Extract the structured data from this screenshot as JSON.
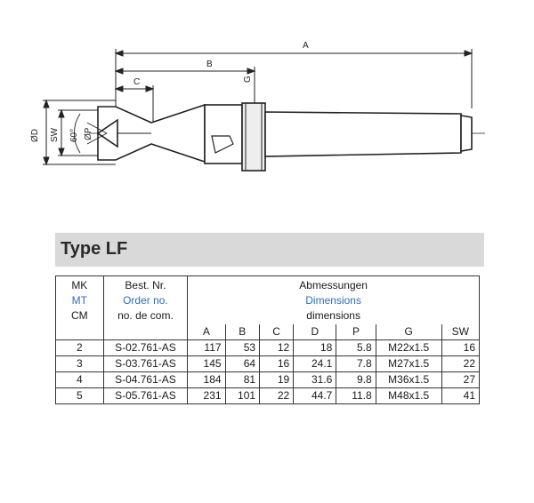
{
  "drawing": {
    "dim_labels": {
      "A": "A",
      "B": "B",
      "C": "C",
      "G": "G",
      "D": "ØD",
      "SW": "SW",
      "P": "ØP",
      "angle": "60°"
    }
  },
  "title": "Type LF",
  "table": {
    "col1_header": [
      "MK",
      "MT",
      "CM"
    ],
    "col2_header": [
      "Best. Nr.",
      "Order no.",
      "no. de com."
    ],
    "dims_header": [
      "Abmessungen",
      "Dimensions",
      "dimensions"
    ],
    "dims_columns": [
      "A",
      "B",
      "C",
      "D",
      "P",
      "G",
      "SW"
    ],
    "rows": [
      {
        "mk": "2",
        "order": "S-02.761-AS",
        "A": "117",
        "B": "53",
        "C": "12",
        "D": "18",
        "P": "5.8",
        "G": "M22x1.5",
        "SW": "16"
      },
      {
        "mk": "3",
        "order": "S-03.761-AS",
        "A": "145",
        "B": "64",
        "C": "16",
        "D": "24.1",
        "P": "7.8",
        "G": "M27x1.5",
        "SW": "22"
      },
      {
        "mk": "4",
        "order": "S-04.761-AS",
        "A": "184",
        "B": "81",
        "C": "19",
        "D": "31.6",
        "P": "9.8",
        "G": "M36x1.5",
        "SW": "27"
      },
      {
        "mk": "5",
        "order": "S-05.761-AS",
        "A": "231",
        "B": "101",
        "C": "22",
        "D": "44.7",
        "P": "11.8",
        "G": "M48x1.5",
        "SW": "41"
      }
    ]
  },
  "colors": {
    "accent_blue": "#2d6fb8",
    "title_bar": "#d9d9d9"
  }
}
